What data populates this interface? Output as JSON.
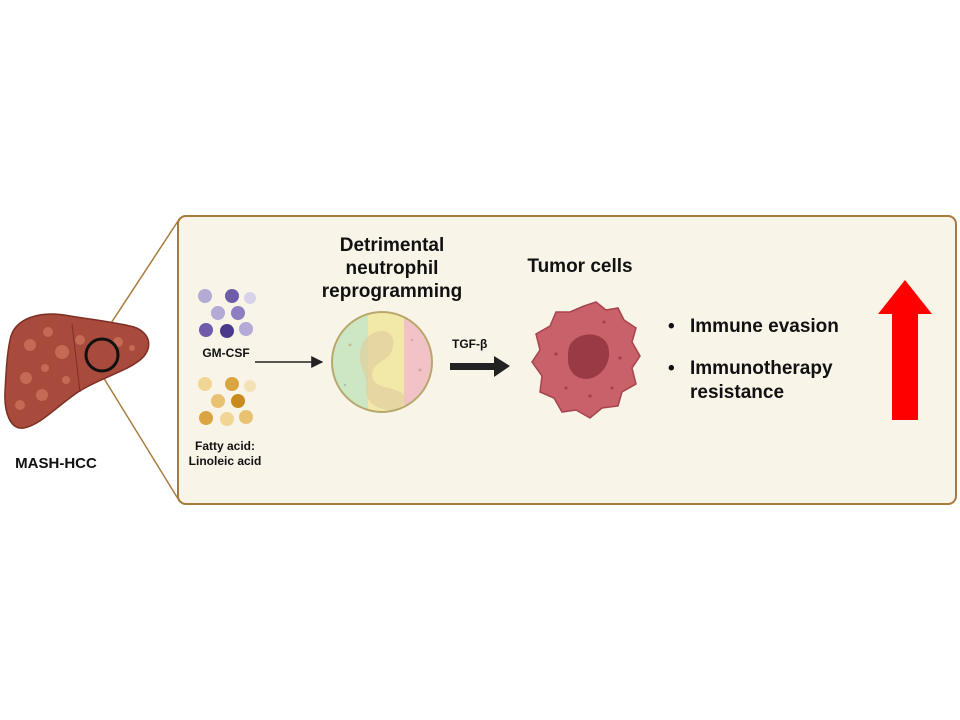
{
  "liver": {
    "label": "MASH-HCC",
    "color": "#a84a3c"
  },
  "inputs": {
    "cytokine_label": "GM-CSF",
    "fatty_acid_label_line1": "Fatty acid:",
    "fatty_acid_label_line2": "Linoleic acid",
    "cytokine_color": "#6f5ba8",
    "fatty_acid_color": "#d9a441"
  },
  "neutrophil": {
    "title_line1": "Detrimental",
    "title_line2": "neutrophil",
    "title_line3": "reprogramming"
  },
  "signal": {
    "label": "TGF-β"
  },
  "tumor": {
    "title": "Tumor cells",
    "color": "#c8616a"
  },
  "outcomes": {
    "items": [
      "Immune evasion",
      "Immunotherapy resistance"
    ],
    "arrow_color": "#ff0000"
  },
  "panel": {
    "background": "#f9f4e8",
    "border": "#a87b3c"
  }
}
